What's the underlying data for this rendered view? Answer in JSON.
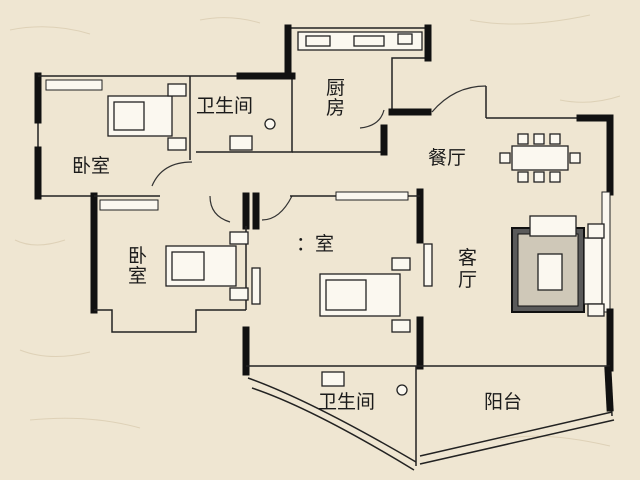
{
  "floorplan": {
    "rooms": {
      "bedroom_1": "卧室",
      "bathroom_1": "卫生间",
      "kitchen": "厨房",
      "dining": "餐厅",
      "bedroom_2": "卧室",
      "bedroom_master": "：室",
      "living": "客厅",
      "bathroom_2": "卫生间",
      "balcony": "阳台"
    },
    "colors": {
      "paper": "#efe6d2",
      "wall": "#111111",
      "furniture_fill": "#fbf8f0"
    }
  }
}
